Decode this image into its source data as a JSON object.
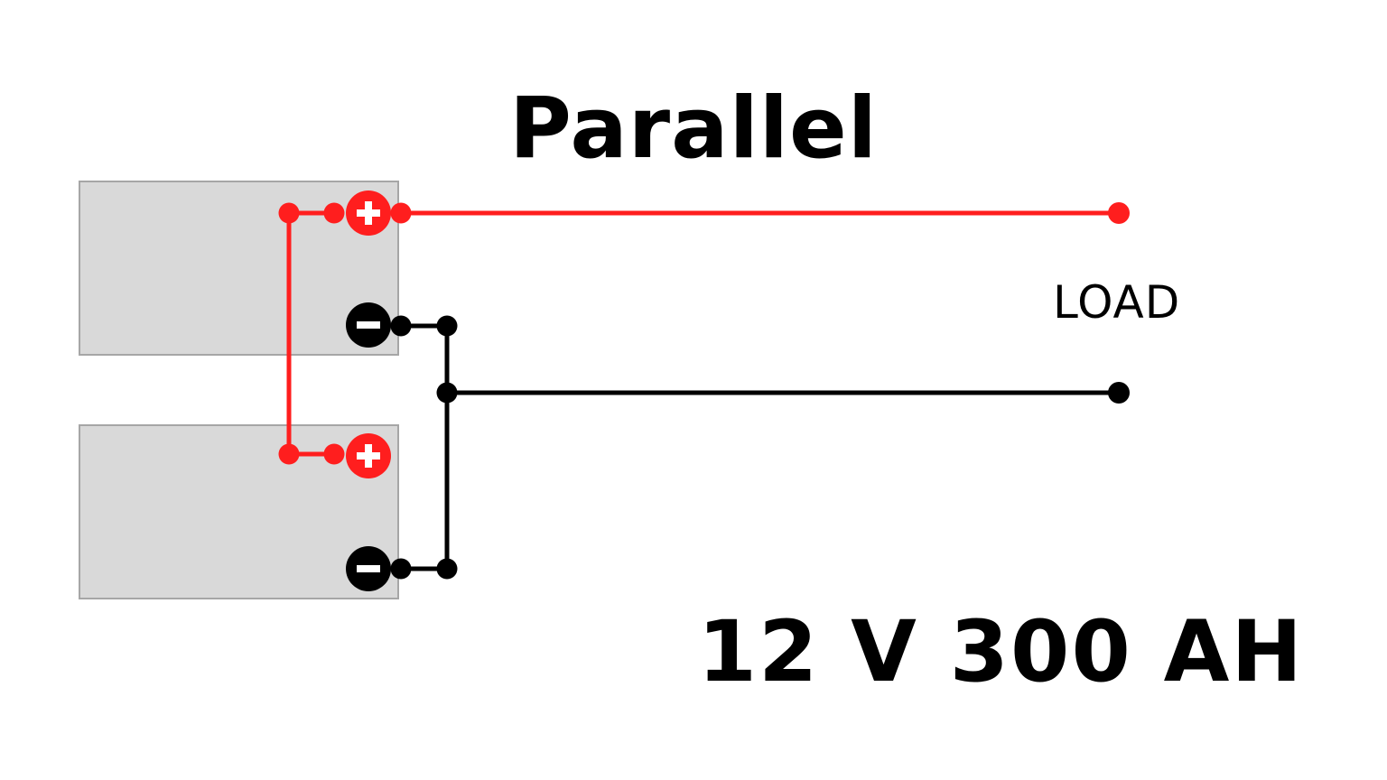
{
  "title": "Parallel",
  "load_label": "LOAD",
  "spec": "12 V 300 AH",
  "terminals": {
    "positive_symbol": "+",
    "negative_symbol": "−"
  },
  "colors": {
    "positive_wire": "#ff1e1e",
    "negative_wire": "#000000",
    "battery_fill": "#d9d9d9",
    "battery_border": "#a6a6a6"
  }
}
